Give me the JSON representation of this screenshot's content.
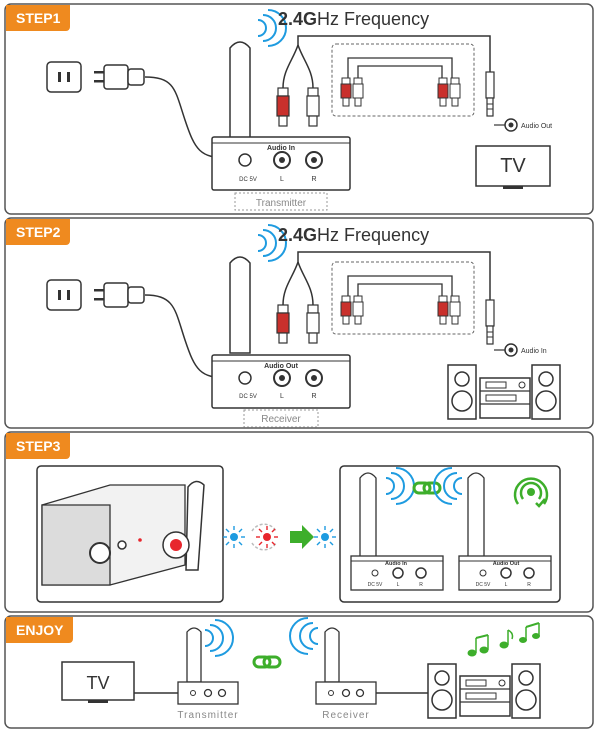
{
  "steps": {
    "step1": {
      "label": "STEP1",
      "freq_bold": "2.4G",
      "freq_rest": "Hz Frequency",
      "device_port_label": "DC 5V",
      "device_io_label": "Audio In",
      "left_label": "L",
      "right_label": "R",
      "device_name": "Transmitter",
      "jack_label": "Audio Out",
      "tv_label": "TV"
    },
    "step2": {
      "label": "STEP2",
      "freq_bold": "2.4G",
      "freq_rest": "Hz Frequency",
      "device_port_label": "DC 5V",
      "device_io_label": "Audio Out",
      "left_label": "L",
      "right_label": "R",
      "device_name": "Receiver",
      "jack_label": "Audio In"
    },
    "step3": {
      "label": "STEP3",
      "tx_io_label": "Audio In",
      "rx_io_label": "Audio Out",
      "tx_port_label": "DC 5V",
      "rx_port_label": "DC 5V",
      "left_label": "L",
      "right_label": "R"
    },
    "enjoy": {
      "label": "ENJOY",
      "tv_label": "TV",
      "tx_name": "Transmitter",
      "rx_name": "Receiver"
    }
  },
  "colors": {
    "accent": "#ef8a1f",
    "wifi_blue": "#1e9be0",
    "link_green": "#3dae2b",
    "led_red": "#e8262d",
    "led_blue": "#1e9be0"
  }
}
